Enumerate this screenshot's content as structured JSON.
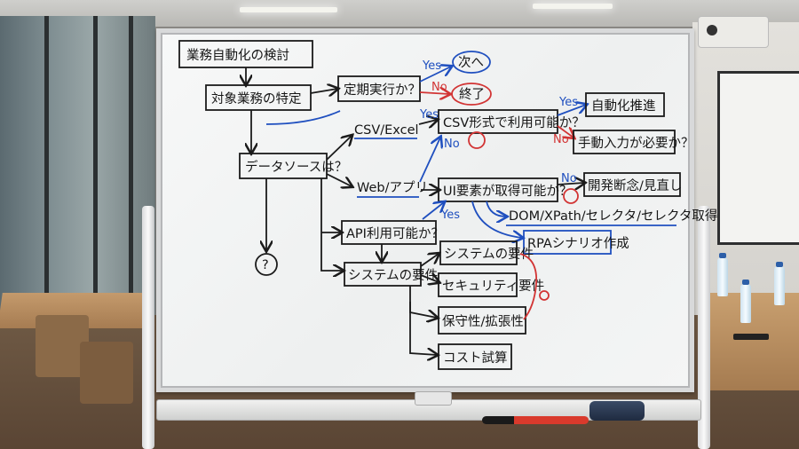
{
  "board": {
    "title": "業務自動化の検討",
    "target": "対象業務の特定",
    "periodic_q": "定期実行か？",
    "yes1": "Yes",
    "next": "次へ",
    "no1": "No",
    "end": "終了",
    "data_source_q": "データソースは？",
    "csv_excel": "CSV/Excel",
    "yes2": "Yes",
    "csv_usable_q": "CSV形式で利用可能か？",
    "no2": "No",
    "yes3": "Yes",
    "promote": "自動化推進",
    "no3": "No",
    "manual_q": "手動入力が必要か？",
    "web_app": "Web/アプリ",
    "ui_q": "UI要素が取得可能か？",
    "no4": "No",
    "dev_stop": "開発断念/見直し",
    "dom_xpath": "DOM/XPath/セレクタ/セレクタ取得",
    "rpa": "RPAシナリオ作成",
    "yes4": "Yes",
    "api_q": "API利用可能か？",
    "question": "?",
    "sys_req": "システムの要件",
    "sys_req2": "システムの要件",
    "security": "セキュリティ要件",
    "maintain": "保守性/拡張性",
    "cost": "コスト試算"
  },
  "colors": {
    "ink_black": "#1b1b1b",
    "ink_blue": "#1f4fbf",
    "ink_red": "#d23434"
  }
}
